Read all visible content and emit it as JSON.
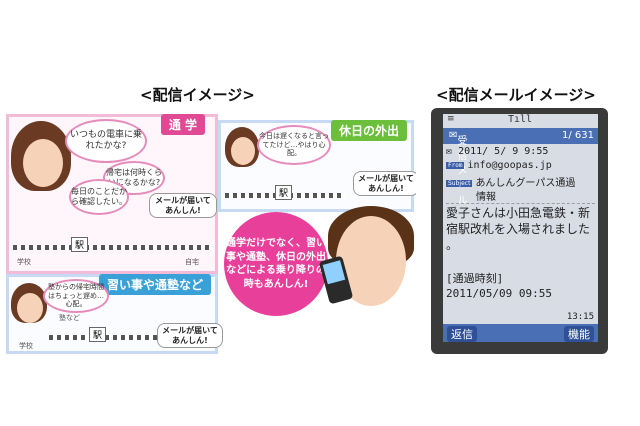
{
  "headings": {
    "left": "<配信イメージ>",
    "right": "<配信メールイメージ>"
  },
  "illustration": {
    "commute": {
      "title": "通 学",
      "bubble1": "いつもの電車に乗れたかな?",
      "bubble2": "帰宅は何時くらいになるかな?",
      "bubble3": "毎日のことだから確認したい。",
      "station": "駅",
      "school": "学校",
      "home": "自宅",
      "mail_note": "メールが届いてあんしん!"
    },
    "holiday": {
      "title": "休日の外出",
      "bubble": "今日は遅くなると言ってたけど…やはり心配。",
      "station": "駅",
      "mail_note": "メールが届いてあんしん!"
    },
    "lessons": {
      "title": "習い事や通塾など",
      "bubble": "塾からの帰宅時間はちょっと遅め…心配。",
      "school": "学校",
      "juku": "塾など",
      "station": "駅",
      "mail_note": "メールが届いてあんしん!"
    },
    "circle_text": "通学だけでなく、習い事や通塾、休日の外出などによる乗り降りの時もあんしん!"
  },
  "phone": {
    "signal": "Tıll",
    "title": "受信メール",
    "count": "1/ 631",
    "date": "2011/ 5/ 9  9:55",
    "from_tag": "From",
    "from": "info@goopas.jp",
    "subject_tag": "Subject",
    "subject_line1": "あんしんグーパス通過",
    "subject_line2": "情報",
    "body_line1": "愛子さんは小田急電鉄・新",
    "body_line2": "宿駅改札を入場されました",
    "body_line3": "。",
    "time_label": "[通過時刻]",
    "time_value": "2011/05/09 09:55",
    "clock": "13:15",
    "soft_left": "返信",
    "soft_right": "機能"
  }
}
